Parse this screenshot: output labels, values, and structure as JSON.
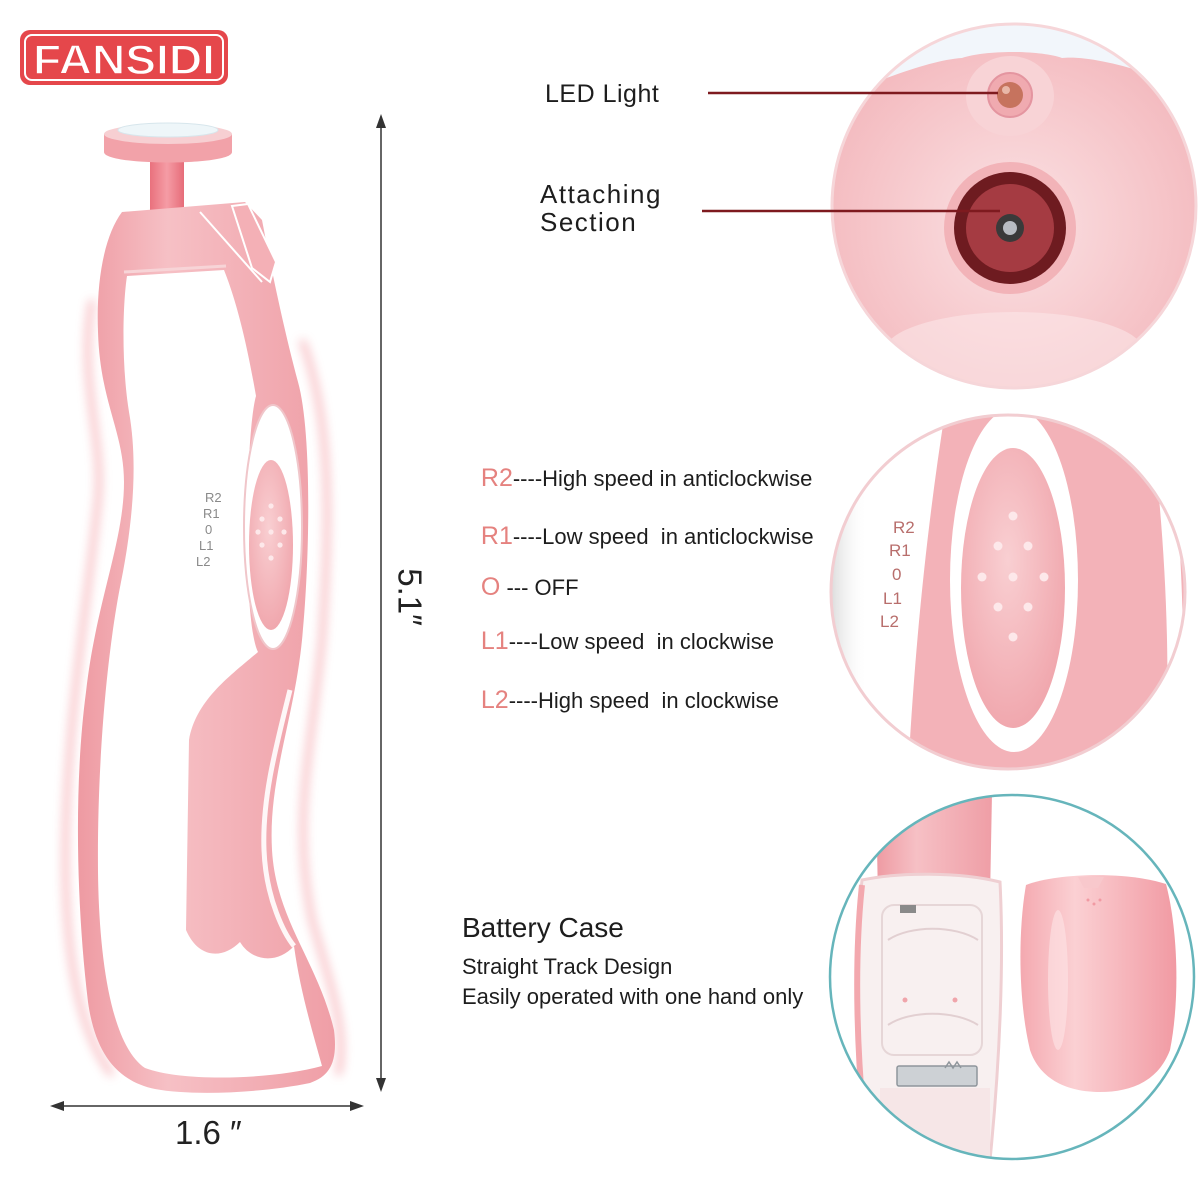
{
  "logo": {
    "text": "FANSIDI"
  },
  "product": {
    "switch_labels": [
      "R2",
      "R1",
      "0",
      "L1",
      "L2"
    ]
  },
  "dimensions": {
    "height_label": "5.1″",
    "width_label": "1.6 ″"
  },
  "callouts": {
    "led_light": "LED Light",
    "attaching_section": [
      "Attaching",
      "Section"
    ]
  },
  "speed_modes": [
    {
      "code": "R2",
      "description": "----High speed in anticlockwise"
    },
    {
      "code": "R1",
      "description": "----Low speed  in anticlockwise"
    },
    {
      "code": "O",
      "description": " --- OFF"
    },
    {
      "code": "L1",
      "description": "----Low speed  in clockwise"
    },
    {
      "code": "L2",
      "description": "----High speed  in clockwise"
    }
  ],
  "battery_case": {
    "title": "Battery Case",
    "lines": [
      "Straight Track Design",
      "Easily operated with one hand only"
    ]
  },
  "colors": {
    "brand_red": "#e5474b",
    "mode_code": "#e5827f",
    "callout_line": "#7e1a1f",
    "product_pink": "#f3aab0",
    "battery_circle_border": "#66b5bb"
  }
}
